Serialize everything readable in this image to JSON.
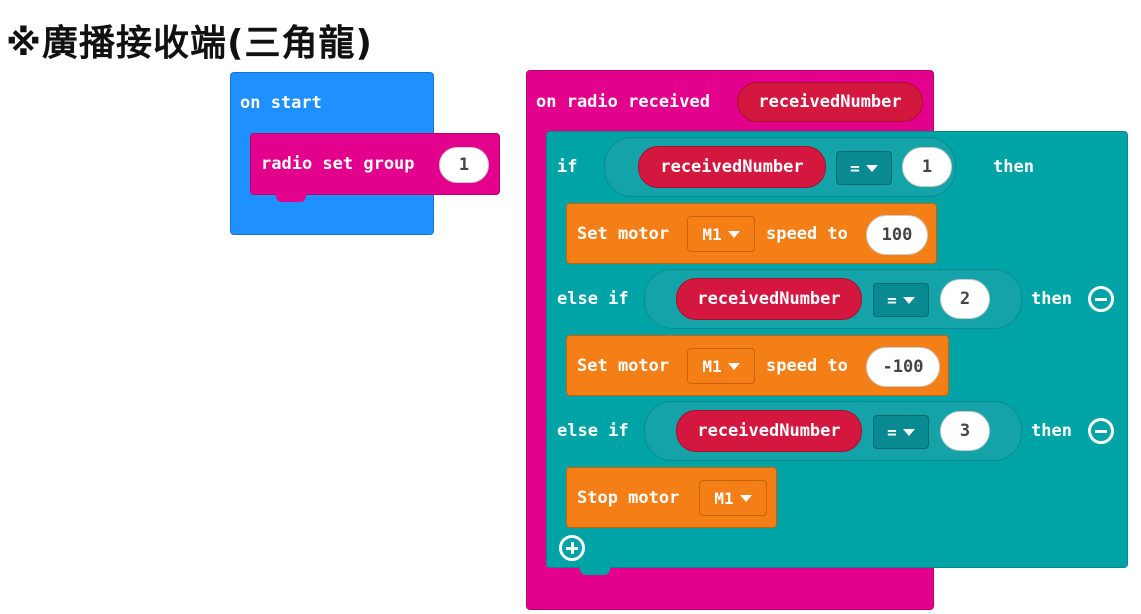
{
  "title": "※廣播接收端(三角龍)",
  "on_start": {
    "label": "on start",
    "radio_set_group": "radio set group",
    "group_value": "1"
  },
  "on_radio": {
    "label": "on radio received",
    "param": "receivedNumber",
    "if_label": "if",
    "else_if_label": "else if",
    "then_label": "then",
    "var_name": "receivedNumber",
    "op": "=",
    "values": [
      "1",
      "2",
      "3"
    ],
    "set_motor": "Set motor",
    "motor": "M1",
    "speed_to": "speed to",
    "speeds": [
      "100",
      "-100"
    ],
    "stop_motor": "Stop motor"
  },
  "colors": {
    "basic": "#1e90ff",
    "radio": "#e3008c",
    "logic": "#00a4a6",
    "motor": "#f37f16",
    "variable": "#d3173e"
  },
  "icons": [
    "minus-circle-icon",
    "plus-circle-icon",
    "dropdown-arrow-icon"
  ]
}
